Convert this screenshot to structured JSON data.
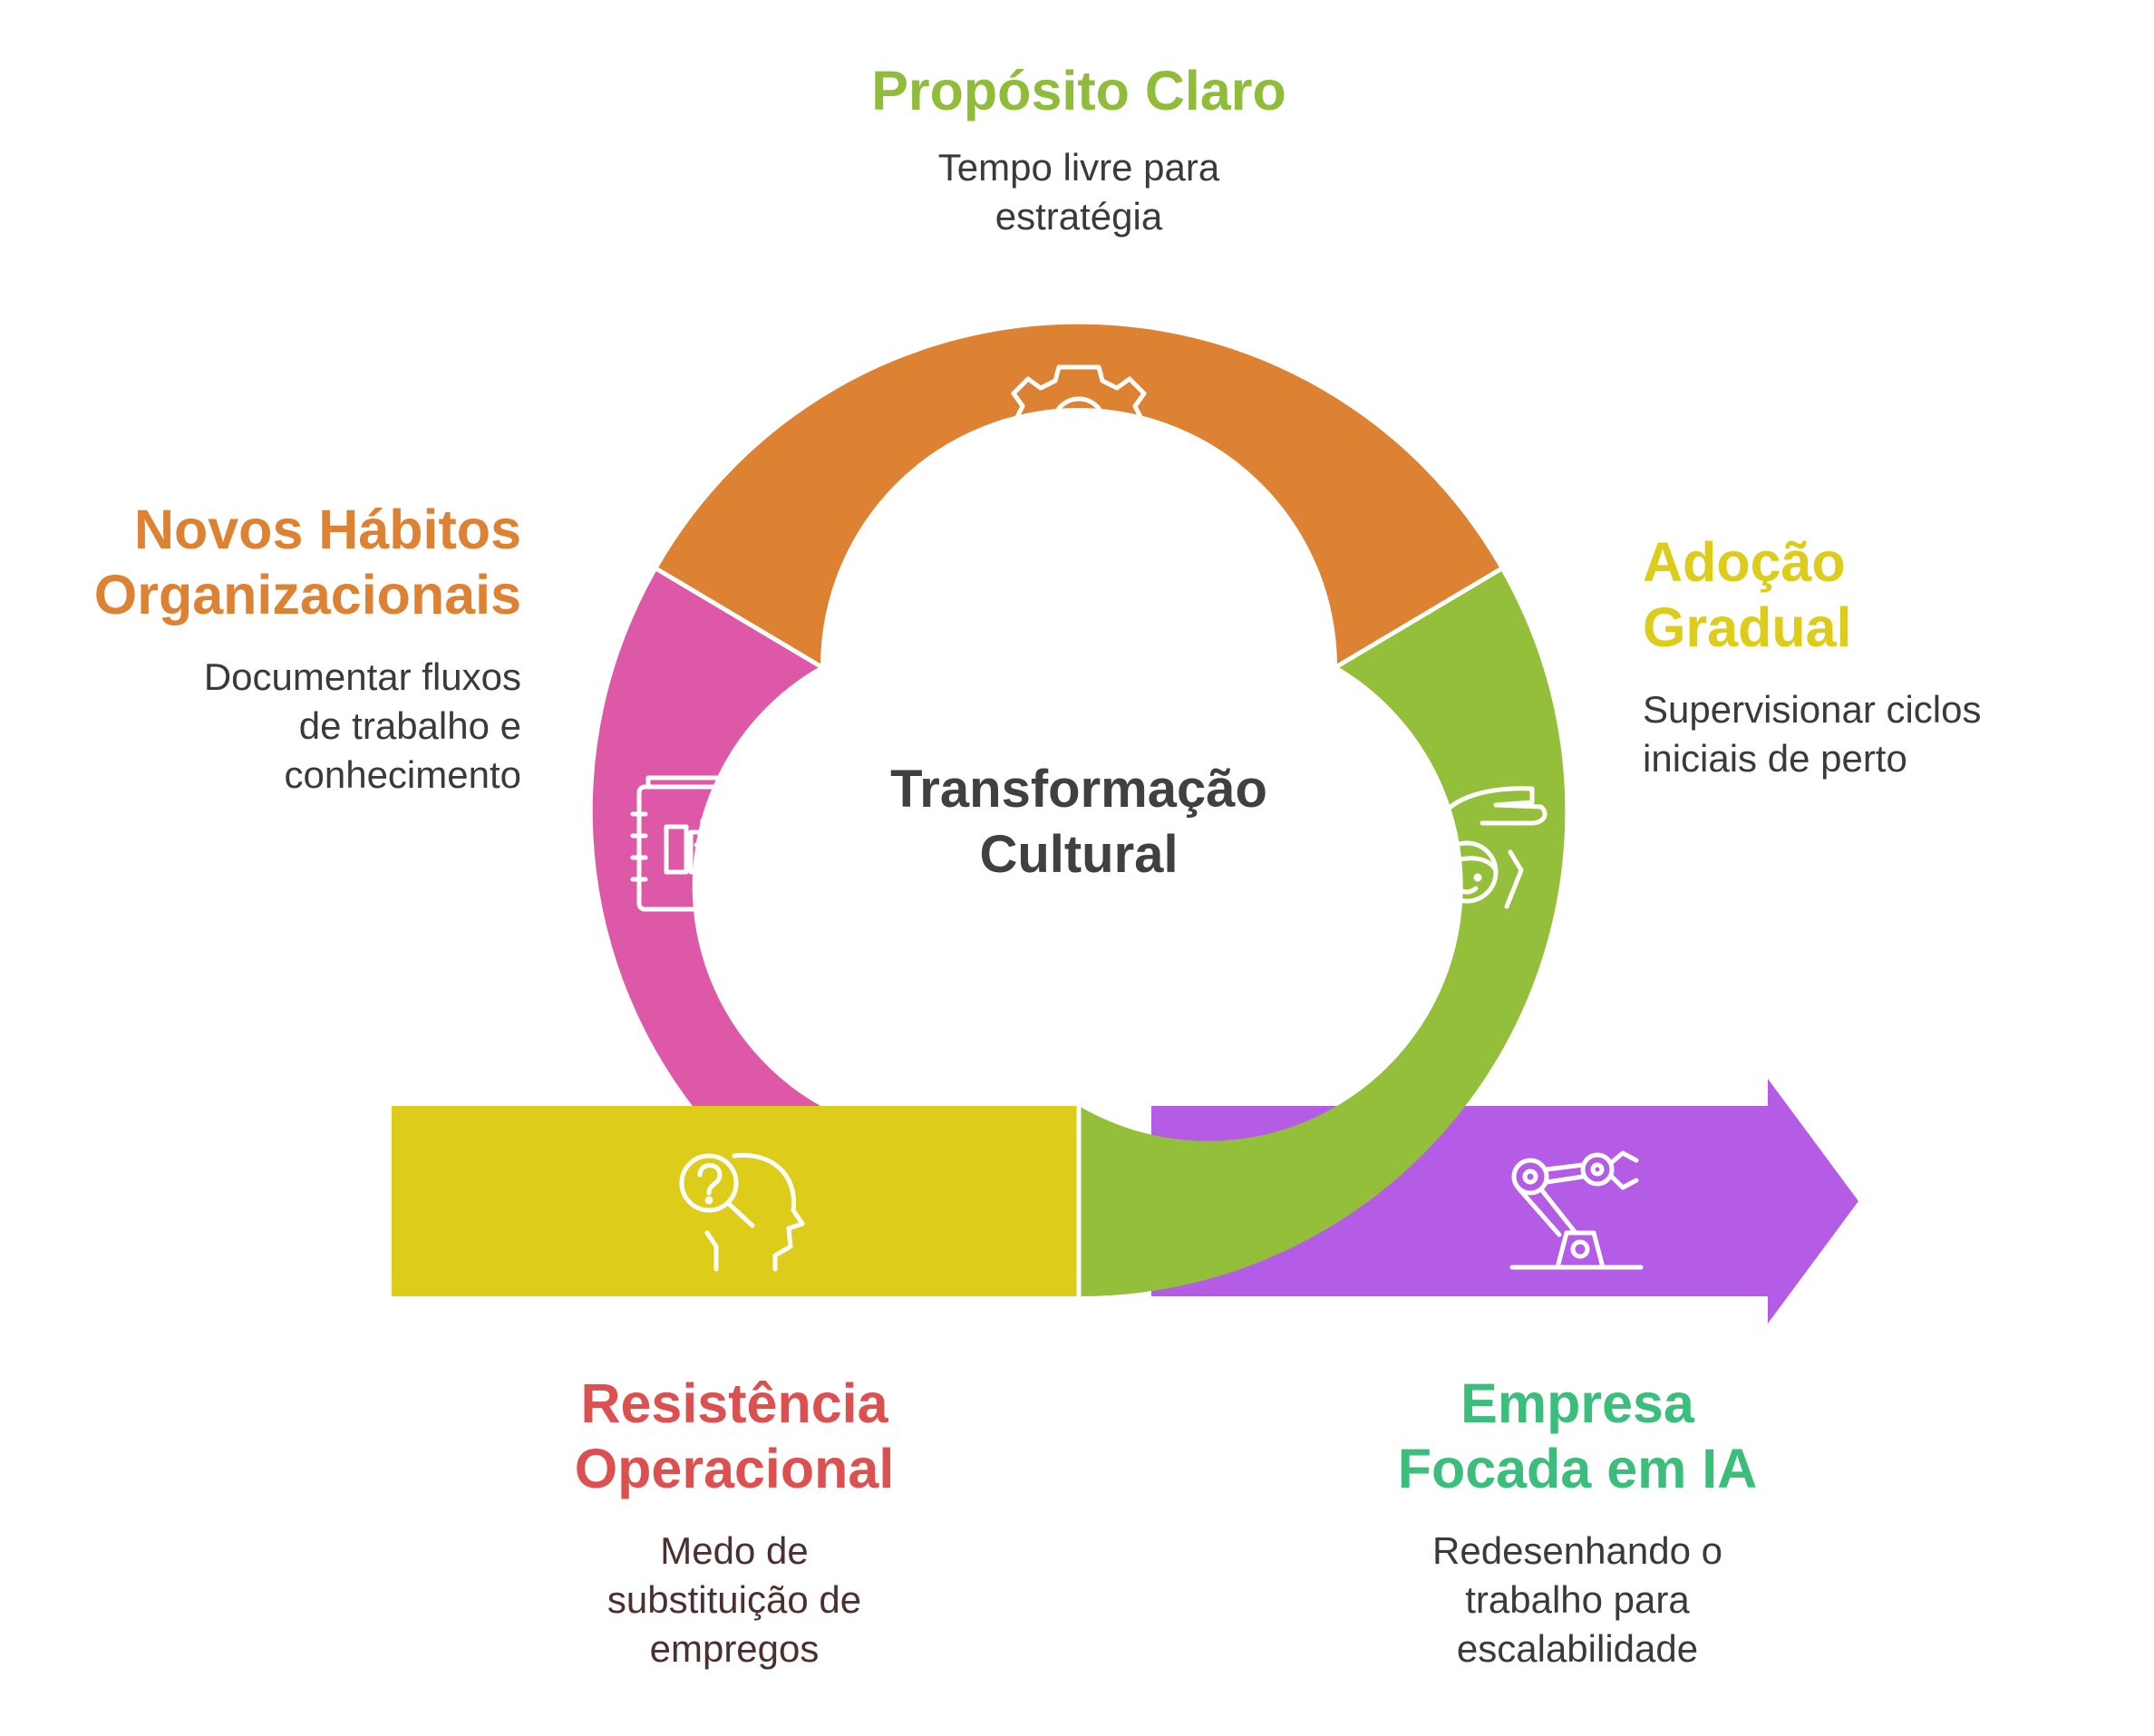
{
  "diagram": {
    "center": {
      "line1": "Transformação",
      "line2": "Cultural"
    },
    "stages": {
      "proposito": {
        "title": "Propósito Claro",
        "desc1": "Tempo livre para",
        "desc2": "estratégia",
        "color": "#dd8232",
        "title_color": "#8fbd3a",
        "icon": "lightbulb-gear-icon"
      },
      "novos": {
        "title1": "Novos Hábitos",
        "title2": "Organizacionais",
        "desc1": "Documentar fluxos",
        "desc2": "de trabalho e",
        "desc3": "conhecimento",
        "color": "#dd59a8",
        "title_color": "#dd8232",
        "icon": "notebook-icon"
      },
      "adocao": {
        "title1": "Adoção",
        "title2": "Gradual",
        "desc1": "Supervisionar ciclos",
        "desc2": "iniciais de perto",
        "color": "#94bf3a",
        "title_color": "#ddcc1a",
        "icon": "hand-over-child-icon"
      },
      "resistencia": {
        "title1": "Resistência",
        "title2": "Operacional",
        "desc1": "Medo de",
        "desc2": "substituição de",
        "desc3": "empregos",
        "color": "#ddcc1a",
        "title_color": "#dd5050",
        "icon": "head-question-icon"
      },
      "empresa": {
        "title1": "Empresa",
        "title2": "Focada em IA",
        "desc1": "Redesenhando o",
        "desc2": "trabalho para",
        "desc3": "escalabilidade",
        "color": "#b45ce6",
        "title_color": "#3bbd7c",
        "icon": "robot-arm-icon"
      }
    }
  }
}
